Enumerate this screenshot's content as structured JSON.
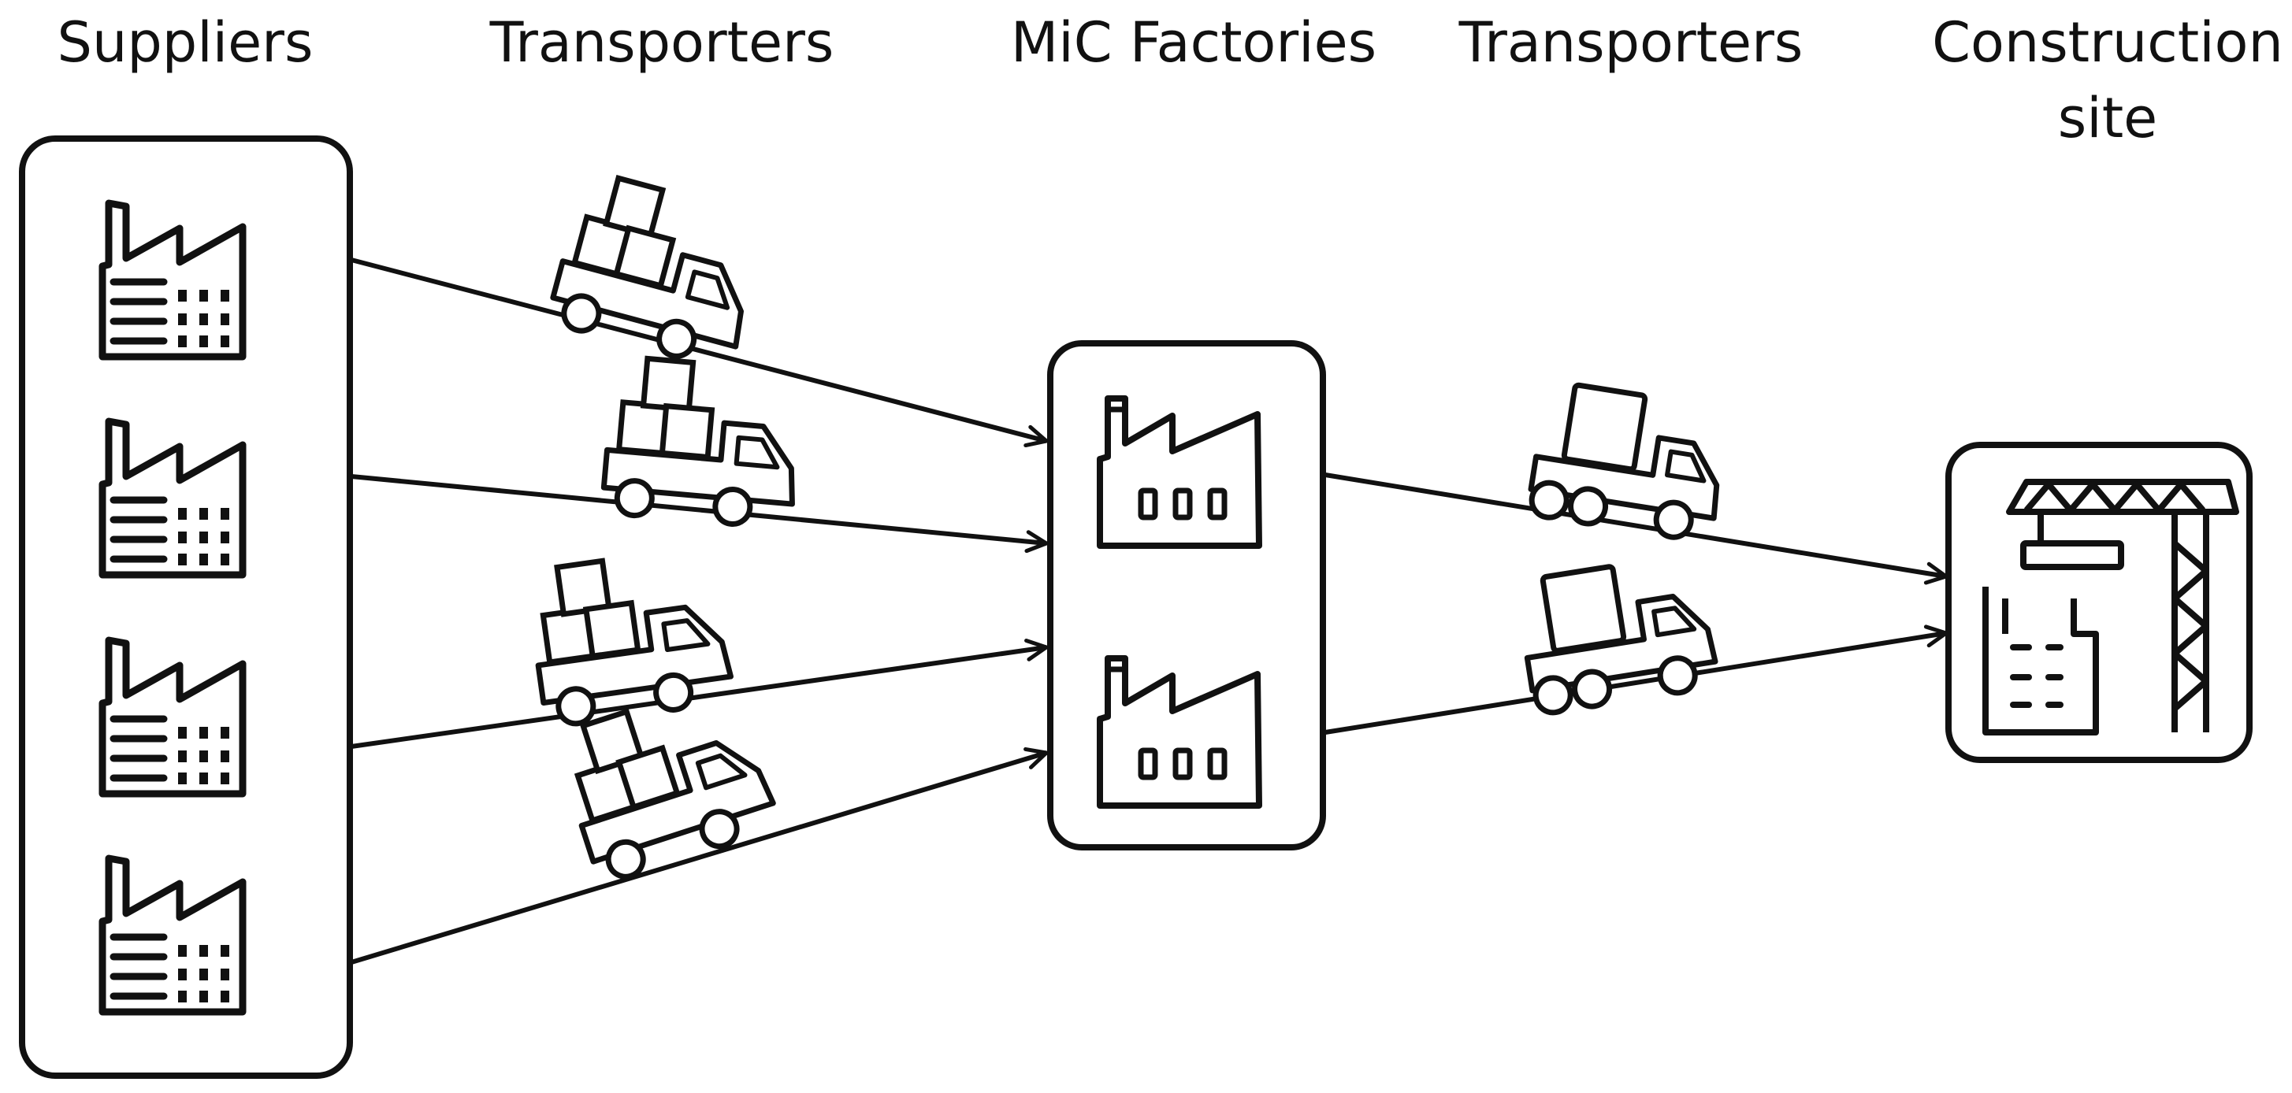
{
  "labels": {
    "suppliers": "Suppliers",
    "transporters_1": "Transporters",
    "mic_factories": "MiC Factories",
    "transporters_2": "Transporters",
    "construction_site_line1": "Construction",
    "construction_site_line2": "site"
  },
  "icons": {
    "supplier": "factory-icon",
    "transporter_with_boxes": "truck-with-boxes-icon",
    "mic_factory": "factory-icon",
    "transporter_with_module": "truck-with-module-icon",
    "construction_site": "crane-building-icon"
  },
  "colors": {
    "stroke": "#111111",
    "background": "#ffffff"
  }
}
